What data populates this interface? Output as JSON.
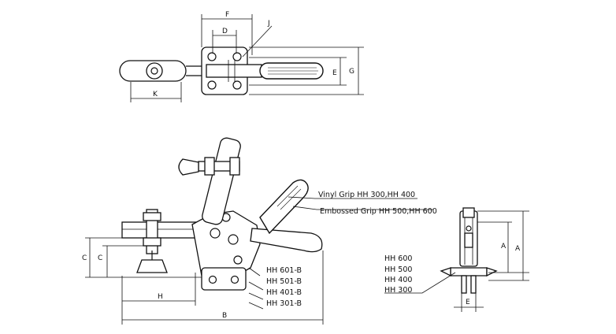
{
  "dimensions": {
    "F": "F",
    "D": "D",
    "J": "J",
    "K": "K",
    "E": "E",
    "G": "G",
    "C": "C",
    "H": "H",
    "B": "B",
    "A": "A"
  },
  "grip_labels": {
    "vinyl": "Vinyl  Grip HH 300,HH 400",
    "embossed": "Embossed Grip HH 500,HH 600"
  },
  "model_codes_b": [
    "HH 601-B",
    "HH 501-B",
    "HH 401-B",
    "HH 301-B"
  ],
  "model_codes": [
    "HH 600",
    "HH 500",
    "HH 400",
    "HH 300"
  ]
}
